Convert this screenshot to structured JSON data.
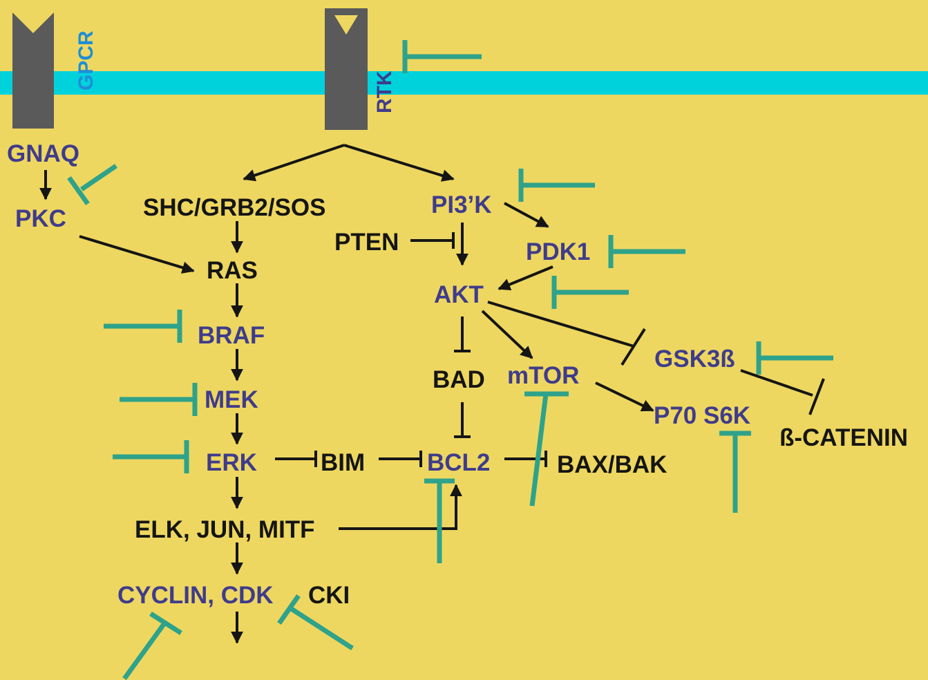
{
  "colors": {
    "background": "#EED760",
    "membrane": "#00D2DC",
    "receptor": "#5A5A5A",
    "arrow": "#151515",
    "inhibitor": "#2EA28A",
    "kinase_text": "#3F3C8C",
    "other_text": "#151515"
  },
  "receptors": {
    "gpcr": "GPCR",
    "rtk": "RTK"
  },
  "nodes": {
    "gnaq": "GNAQ",
    "pkc": "PKC",
    "shc": "SHC/GRB2/SOS",
    "ras": "RAS",
    "braf": "BRAF",
    "mek": "MEK",
    "erk": "ERK",
    "bim": "BIM",
    "elk": "ELK, JUN, MITF",
    "cyclin": "CYCLIN, CDK",
    "cki": "CKI",
    "pi3k": "PI3’K",
    "pten": "PTEN",
    "pdk1": "PDK1",
    "akt": "AKT",
    "bad": "BAD",
    "mtor": "mTOR",
    "bcl2": "BCL2",
    "baxbak": "BAX/BAK",
    "gsk3b": "GSK3ß",
    "p70s6k": "P70 S6K",
    "bcatenin": "ß-CATENIN"
  }
}
